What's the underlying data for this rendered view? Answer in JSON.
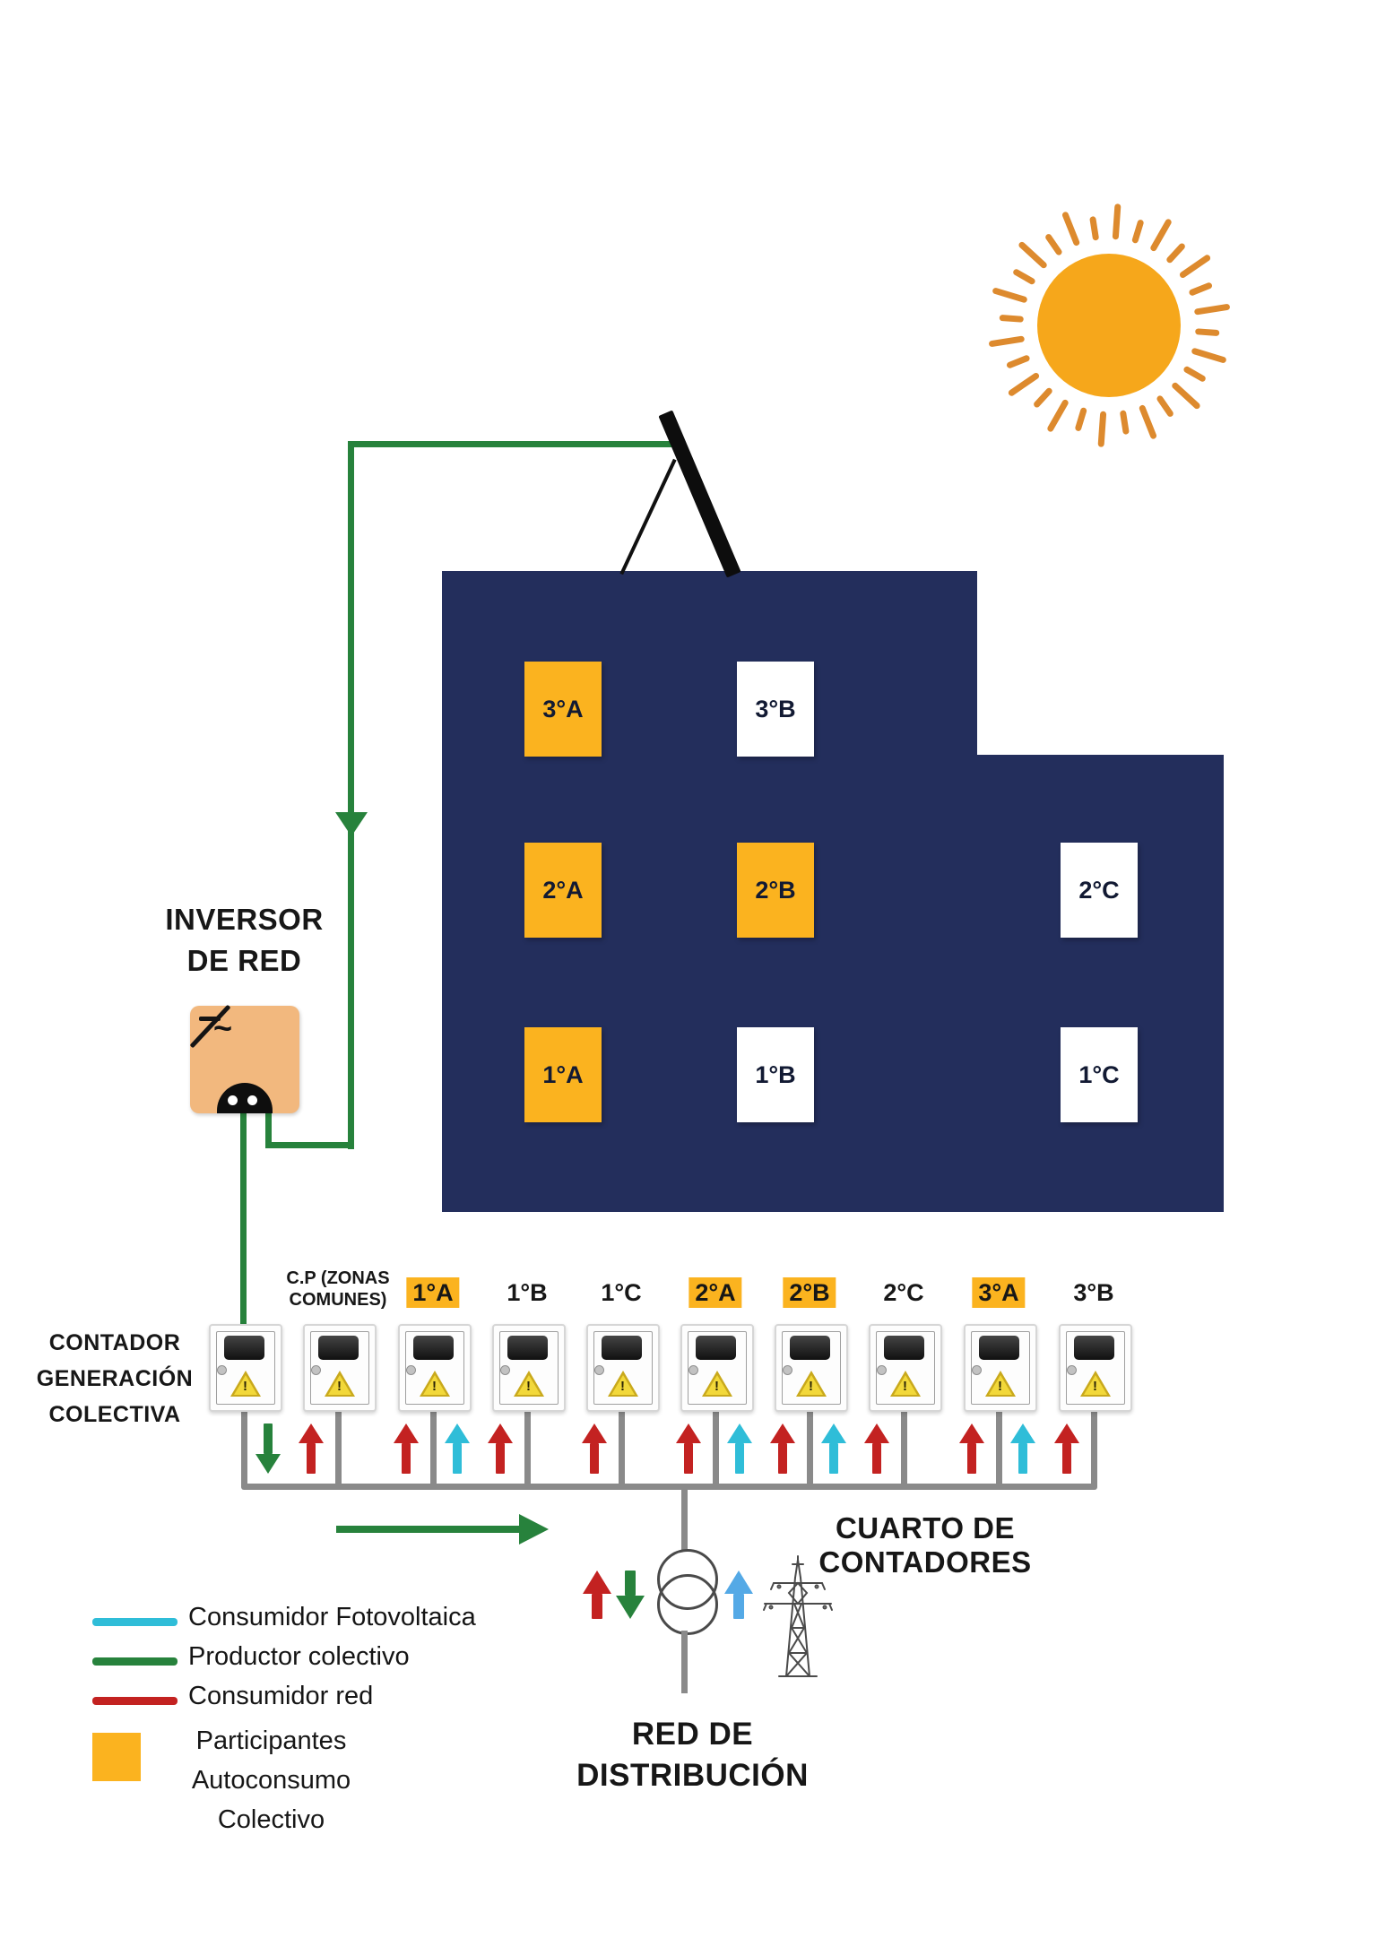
{
  "colors": {
    "building": "#232E5C",
    "highlight_orange": "#FBB31F",
    "window_white": "#FFFFFF",
    "sun_disc": "#F6A71B",
    "sun_ray": "#DD8A2E",
    "wire_gray": "#8A8A8A",
    "inverter_body": "#F2B87E",
    "panel_black": "#0D0D0D",
    "consumidor-fotovoltaica": "#2FBDD8",
    "productor-colectivo": "#27823C",
    "consumidor-red": "#C32221",
    "red-distribucion-azul": "#54A9E6"
  },
  "inverter": {
    "label_line1": "INVERSOR",
    "label_line2": "DE RED"
  },
  "generation_meter": {
    "line1": "CONTADOR",
    "line2": "GENERACIÓN",
    "line3": "COLECTIVA"
  },
  "building": {
    "windows": [
      {
        "label": "3°A",
        "col": "A",
        "floor": 3,
        "highlight": true
      },
      {
        "label": "3°B",
        "col": "B",
        "floor": 3,
        "highlight": false
      },
      {
        "label": "2°A",
        "col": "A",
        "floor": 2,
        "highlight": true
      },
      {
        "label": "2°B",
        "col": "B",
        "floor": 2,
        "highlight": true
      },
      {
        "label": "2°C",
        "col": "C",
        "floor": 2,
        "highlight": false
      },
      {
        "label": "1°A",
        "col": "A",
        "floor": 1,
        "highlight": true
      },
      {
        "label": "1°B",
        "col": "B",
        "floor": 1,
        "highlight": false
      },
      {
        "label": "1°C",
        "col": "C",
        "floor": 1,
        "highlight": false
      }
    ]
  },
  "meters": [
    {
      "name": "contador-generacion-colectiva",
      "label_lines": [],
      "highlight": false,
      "arrows": [
        {
          "kind": "productor-colectivo",
          "dir": "down",
          "side": "right"
        }
      ]
    },
    {
      "name": "cp-zonas-comunes",
      "label_lines": [
        "C.P (ZONAS",
        "COMUNES)"
      ],
      "small_label": true,
      "highlight": false,
      "arrows": [
        {
          "kind": "consumidor-red",
          "dir": "up",
          "side": "left"
        }
      ]
    },
    {
      "name": "meter-1A",
      "label_lines": [
        "1°A"
      ],
      "highlight": true,
      "arrows": [
        {
          "kind": "consumidor-red",
          "dir": "up",
          "side": "left"
        },
        {
          "kind": "consumidor-fotovoltaica",
          "dir": "up",
          "side": "right"
        }
      ]
    },
    {
      "name": "meter-1B",
      "label_lines": [
        "1°B"
      ],
      "highlight": false,
      "arrows": [
        {
          "kind": "consumidor-red",
          "dir": "up",
          "side": "left"
        }
      ]
    },
    {
      "name": "meter-1C",
      "label_lines": [
        "1°C"
      ],
      "highlight": false,
      "arrows": [
        {
          "kind": "consumidor-red",
          "dir": "up",
          "side": "left"
        }
      ]
    },
    {
      "name": "meter-2A",
      "label_lines": [
        "2°A"
      ],
      "highlight": true,
      "arrows": [
        {
          "kind": "consumidor-red",
          "dir": "up",
          "side": "left"
        },
        {
          "kind": "consumidor-fotovoltaica",
          "dir": "up",
          "side": "right"
        }
      ]
    },
    {
      "name": "meter-2B",
      "label_lines": [
        "2°B"
      ],
      "highlight": true,
      "arrows": [
        {
          "kind": "consumidor-red",
          "dir": "up",
          "side": "left"
        },
        {
          "kind": "consumidor-fotovoltaica",
          "dir": "up",
          "side": "right"
        }
      ]
    },
    {
      "name": "meter-2C",
      "label_lines": [
        "2°C"
      ],
      "highlight": false,
      "arrows": [
        {
          "kind": "consumidor-red",
          "dir": "up",
          "side": "left"
        }
      ]
    },
    {
      "name": "meter-3A",
      "label_lines": [
        "3°A"
      ],
      "highlight": true,
      "arrows": [
        {
          "kind": "consumidor-red",
          "dir": "up",
          "side": "left"
        },
        {
          "kind": "consumidor-fotovoltaica",
          "dir": "up",
          "side": "right"
        }
      ]
    },
    {
      "name": "meter-3B",
      "label_lines": [
        "3°B"
      ],
      "highlight": false,
      "arrows": [
        {
          "kind": "consumidor-red",
          "dir": "up",
          "side": "left"
        }
      ]
    }
  ],
  "meter_room": {
    "label": "CUARTO DE CONTADORES"
  },
  "grid": {
    "line1": "RED DE",
    "line2": "DISTRIBUCIÓN"
  },
  "transformer": {
    "arrows": [
      {
        "kind": "consumidor-red",
        "dir": "up"
      },
      {
        "kind": "productor-colectivo",
        "dir": "down"
      },
      {
        "kind": "red-distribucion-azul",
        "dir": "up"
      }
    ]
  },
  "legend": {
    "items": [
      {
        "type": "line",
        "kind": "consumidor-fotovoltaica",
        "label": "Consumidor Fotovoltaica"
      },
      {
        "type": "line",
        "kind": "productor-colectivo",
        "label": "Productor colectivo"
      },
      {
        "type": "line",
        "kind": "consumidor-red",
        "label": "Consumidor red"
      },
      {
        "type": "square",
        "kind": "participantes-autoconsumo",
        "label_lines": [
          "Participantes",
          "Autoconsumo",
          "Colectivo"
        ]
      }
    ]
  }
}
